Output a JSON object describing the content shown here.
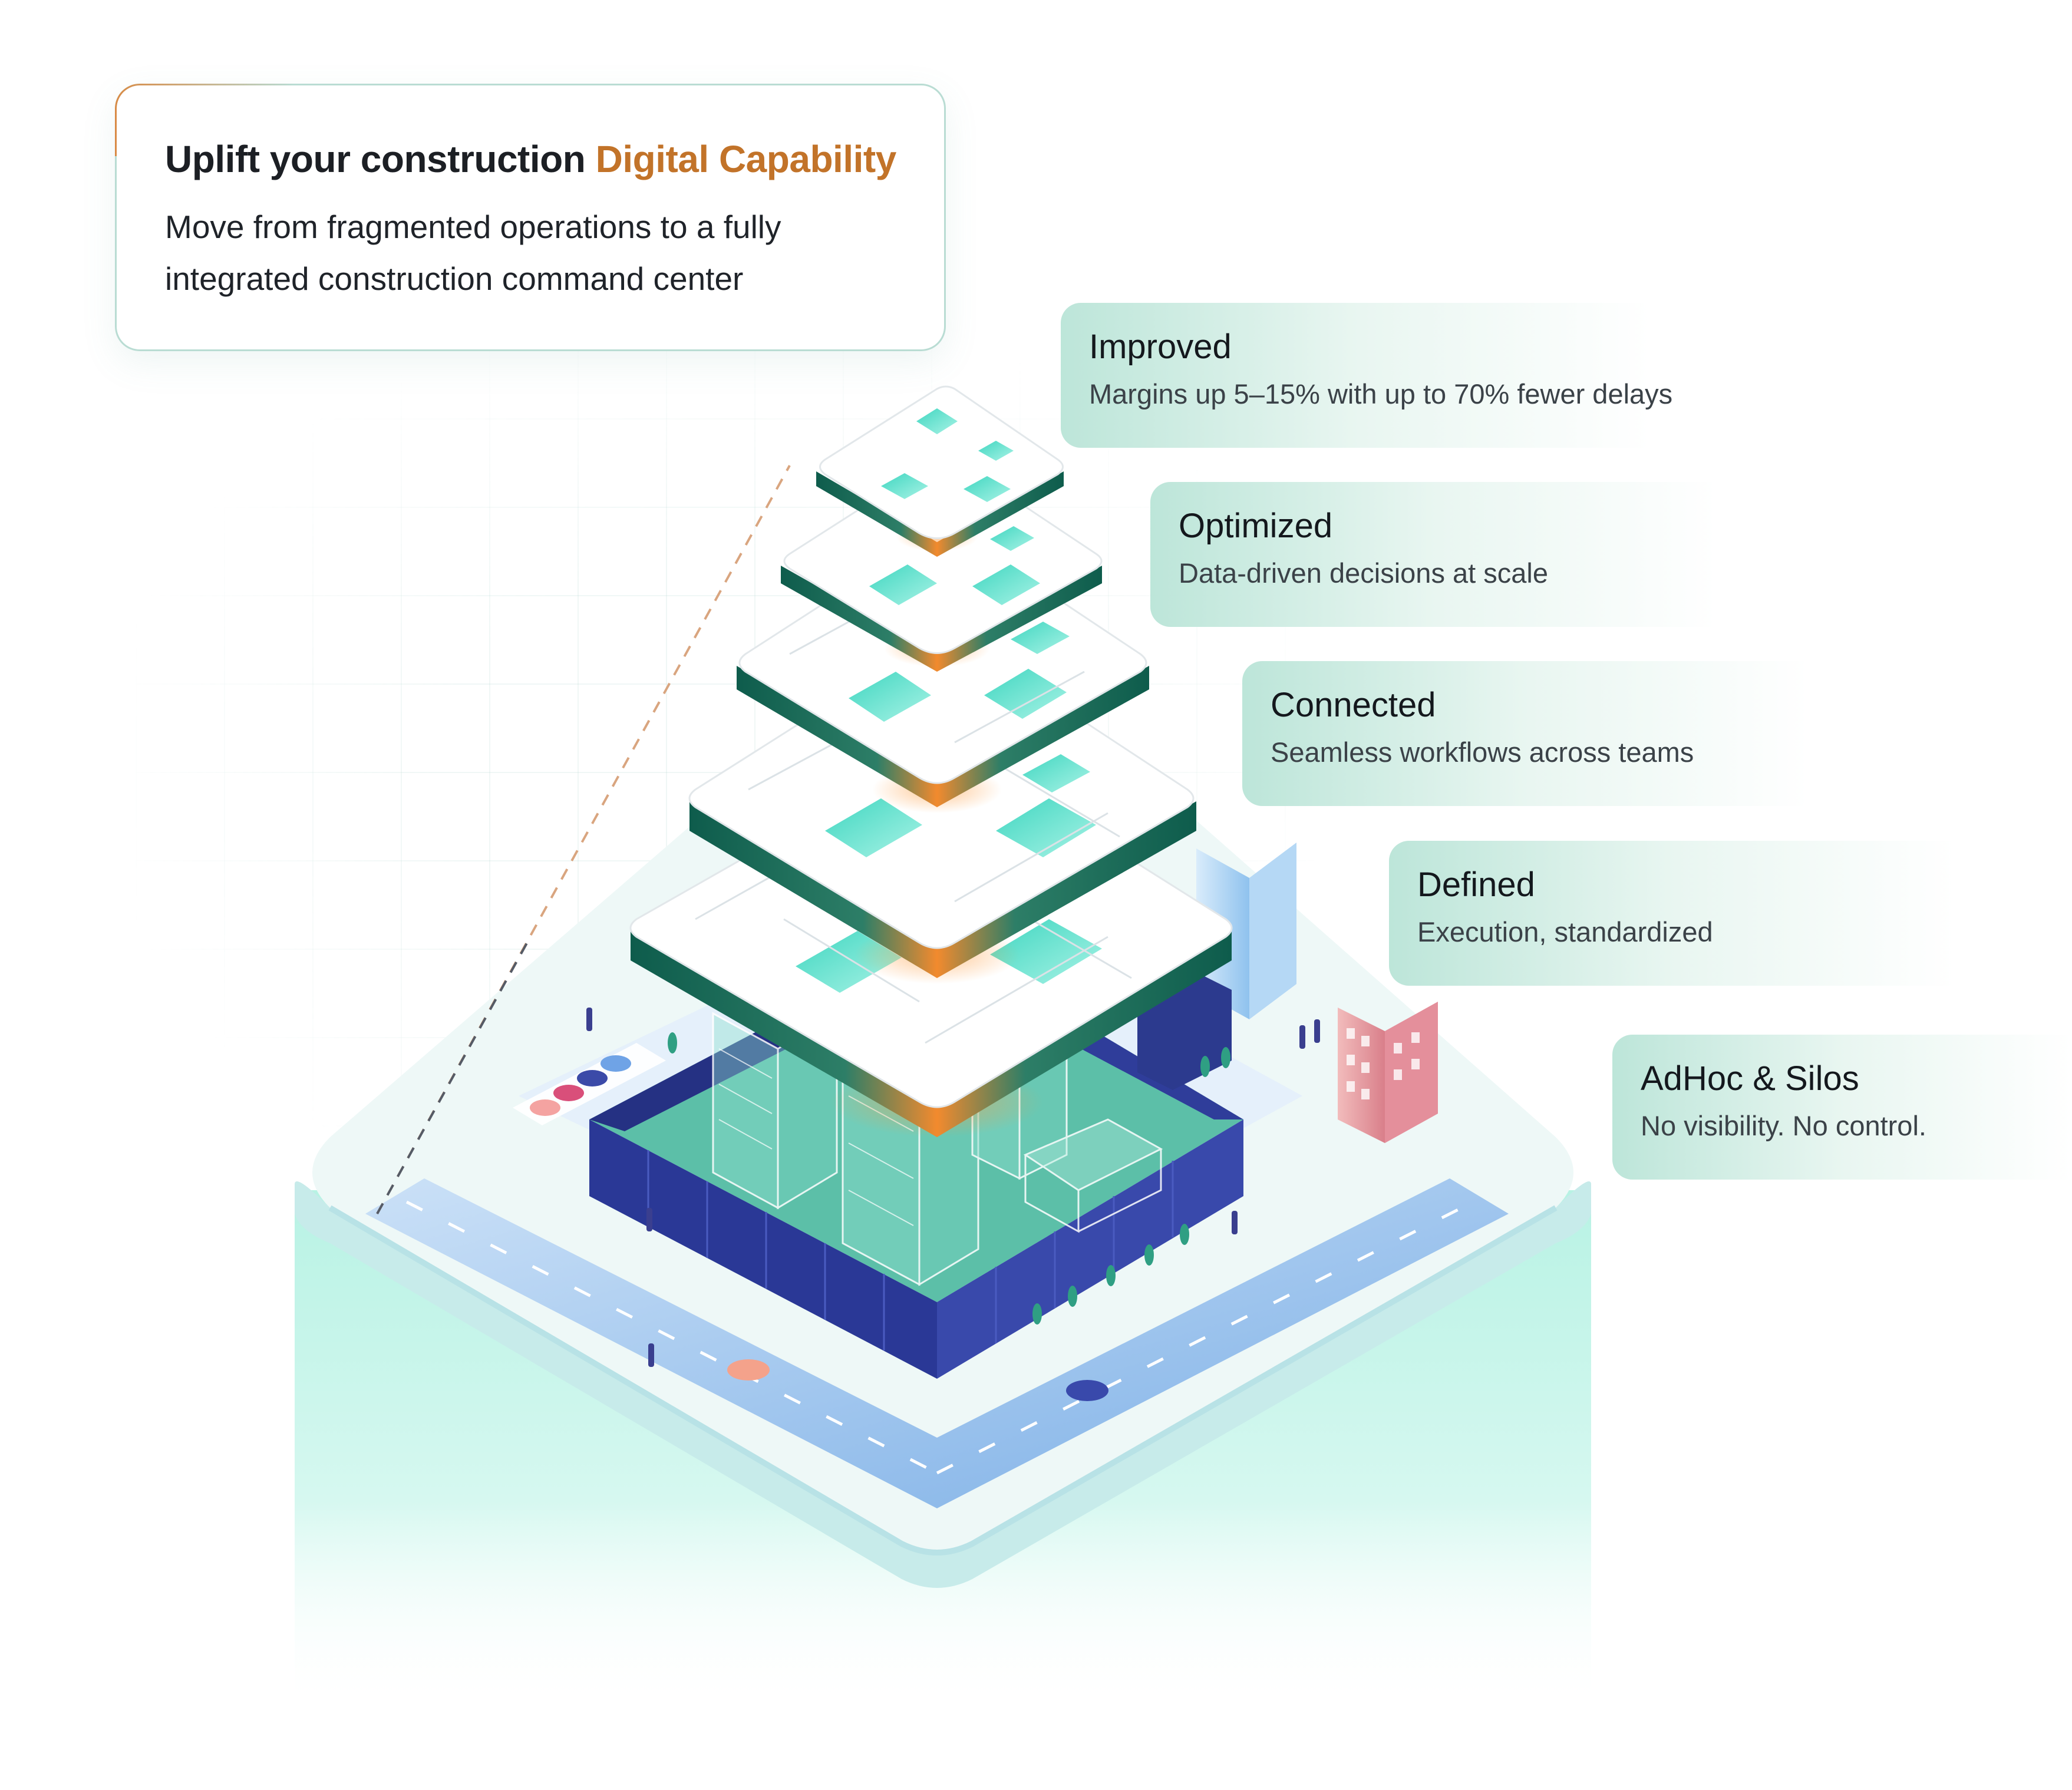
{
  "headline": {
    "title_prefix": "Uplift your construction",
    "title_accent": "Digital Capability",
    "subtitle": "Move from fragmented operations to a fully integrated  construction command center"
  },
  "stages": [
    {
      "title": "Improved",
      "description": "Margins up 5–15% with up to 70% fewer delays"
    },
    {
      "title": "Optimized",
      "description": "Data-driven decisions at scale"
    },
    {
      "title": "Connected",
      "description": "Seamless workflows across teams"
    },
    {
      "title": "Defined",
      "description": "Execution, standardized"
    },
    {
      "title": "AdHoc & Silos",
      "description": "No visibility. No control."
    }
  ],
  "colors": {
    "accent_orange": "#e8862f",
    "teal_dark": "#0f5e4d",
    "teal_light": "#5ee3cf",
    "navy_wall": "#2c3a96",
    "road_blue": "#7aaee6",
    "base_mint": "#c9f6ec"
  }
}
